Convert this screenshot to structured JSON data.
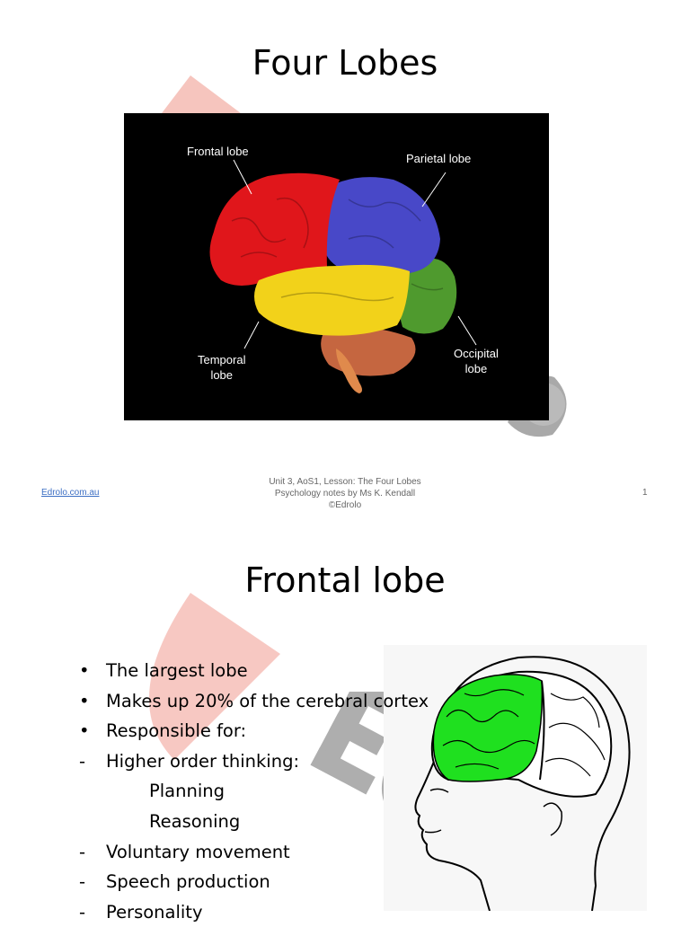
{
  "slide1": {
    "title": "Four Lobes",
    "figure_labels": {
      "frontal": "Frontal lobe",
      "parietal": "Parietal lobe",
      "temporal_line1": "Temporal",
      "temporal_line2": "lobe",
      "occipital_line1": "Occipital",
      "occipital_line2": "lobe"
    }
  },
  "footer": {
    "link": "Edrolo.com.au",
    "line1": "Unit 3, AoS1, Lesson: The Four Lobes",
    "line2": "Psychology notes by Ms K. Kendall",
    "line3": "©Edrolo",
    "page_number": "1"
  },
  "slide2": {
    "title": "Frontal lobe",
    "bullets": [
      {
        "marker": "•",
        "text": "The largest lobe",
        "level": 1
      },
      {
        "marker": "•",
        "text": "Makes up 20% of the cerebral cortex",
        "level": 1
      },
      {
        "marker": "•",
        "text": "Responsible for:",
        "level": 1
      },
      {
        "marker": "-",
        "text": "Higher order thinking:",
        "level": 1
      },
      {
        "marker": "",
        "text": "Planning",
        "level": 2
      },
      {
        "marker": "",
        "text": "Reasoning",
        "level": 2
      },
      {
        "marker": "-",
        "text": "Voluntary movement",
        "level": 1
      },
      {
        "marker": "-",
        "text": "Speech production",
        "level": 1
      },
      {
        "marker": "-",
        "text": "Personality",
        "level": 1
      }
    ]
  },
  "colors": {
    "frontal": "#e0161b",
    "parietal": "#4848c8",
    "temporal": "#f2d21a",
    "occipital": "#4f9a2e",
    "highlight_frontal": "#1fe01f",
    "watermark_red": "#f4b6ae",
    "watermark_gray": "#9a9a9a",
    "link": "#3d6fc4"
  }
}
